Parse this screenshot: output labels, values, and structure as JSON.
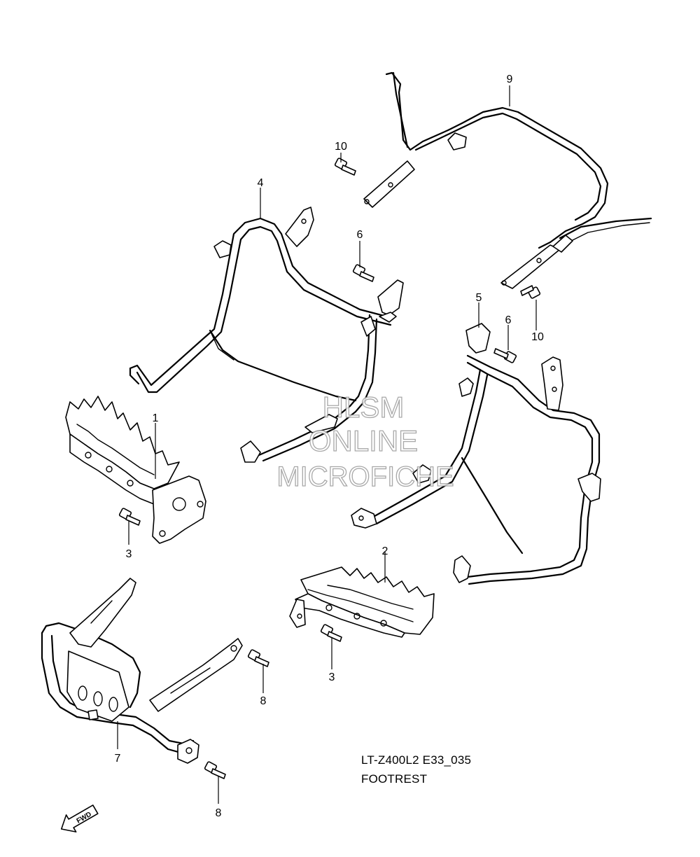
{
  "diagram": {
    "code": "LT-Z400L2 E33_035",
    "title": "FOOTREST",
    "forward_label": "FWD",
    "watermark": [
      "HLSM",
      "ONLINE",
      "MICROFICHE"
    ],
    "callouts": {
      "c1": "1",
      "c2": "2",
      "c3a": "3",
      "c3b": "3",
      "c4": "4",
      "c5": "5",
      "c6a": "6",
      "c6b": "6",
      "c7": "7",
      "c8a": "8",
      "c8b": "8",
      "c9": "9",
      "c10a": "10",
      "c10b": "10"
    }
  }
}
